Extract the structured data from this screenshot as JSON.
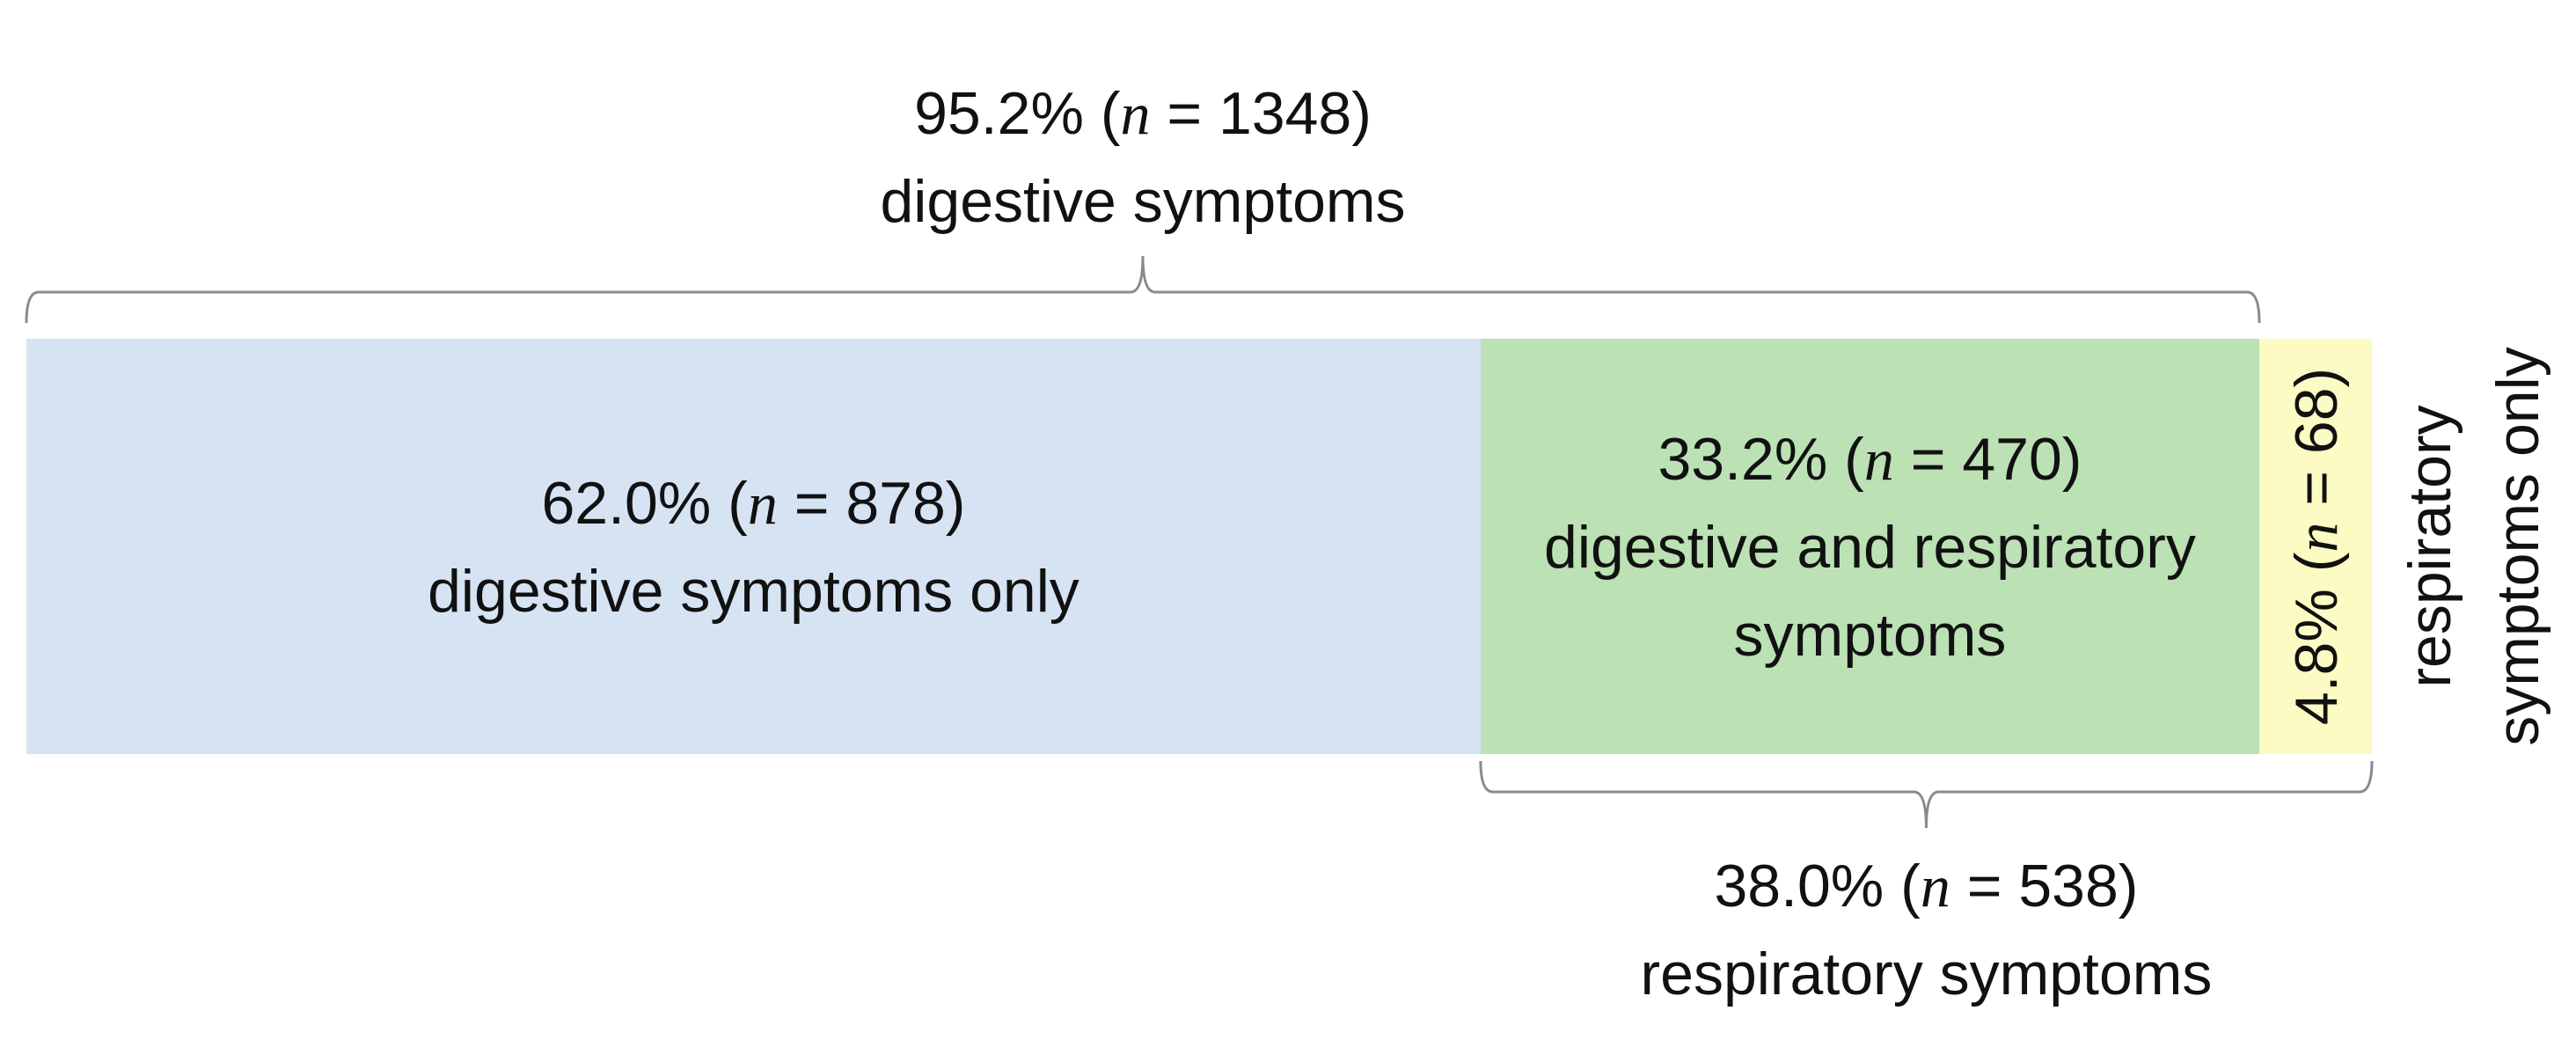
{
  "chart_data": {
    "type": "bar",
    "orientation": "horizontal-stacked-100",
    "n_symbol": "n",
    "segments": [
      {
        "key": "digestive_only",
        "percent": 62.0,
        "n": 878,
        "percent_text": "62.0%",
        "n_text": "878",
        "label_lines": [
          "digestive symptoms only"
        ],
        "color": "#d6e3f3"
      },
      {
        "key": "digestive_and_respiratory",
        "percent": 33.2,
        "n": 470,
        "percent_text": "33.2%",
        "n_text": "470",
        "label_lines": [
          "digestive and respiratory",
          "symptoms"
        ],
        "color": "#bbe1b4"
      },
      {
        "key": "respiratory_only",
        "percent": 4.8,
        "n": 68,
        "percent_text": "4.8%",
        "n_text": "68",
        "label_lines": [
          "respiratory",
          "symptoms only"
        ],
        "color": "#fbfbc3"
      }
    ],
    "groups": [
      {
        "key": "digestive_total",
        "position": "top",
        "from_segment": 0,
        "to_segment": 1,
        "percent": 95.2,
        "n": 1348,
        "percent_text": "95.2%",
        "n_text": "1348",
        "label": "digestive symptoms"
      },
      {
        "key": "respiratory_total",
        "position": "bottom",
        "from_segment": 1,
        "to_segment": 2,
        "percent": 38.0,
        "n": 538,
        "percent_text": "38.0%",
        "n_text": "538",
        "label": "respiratory symptoms"
      }
    ],
    "bracket_color": "#8a8a8a"
  }
}
